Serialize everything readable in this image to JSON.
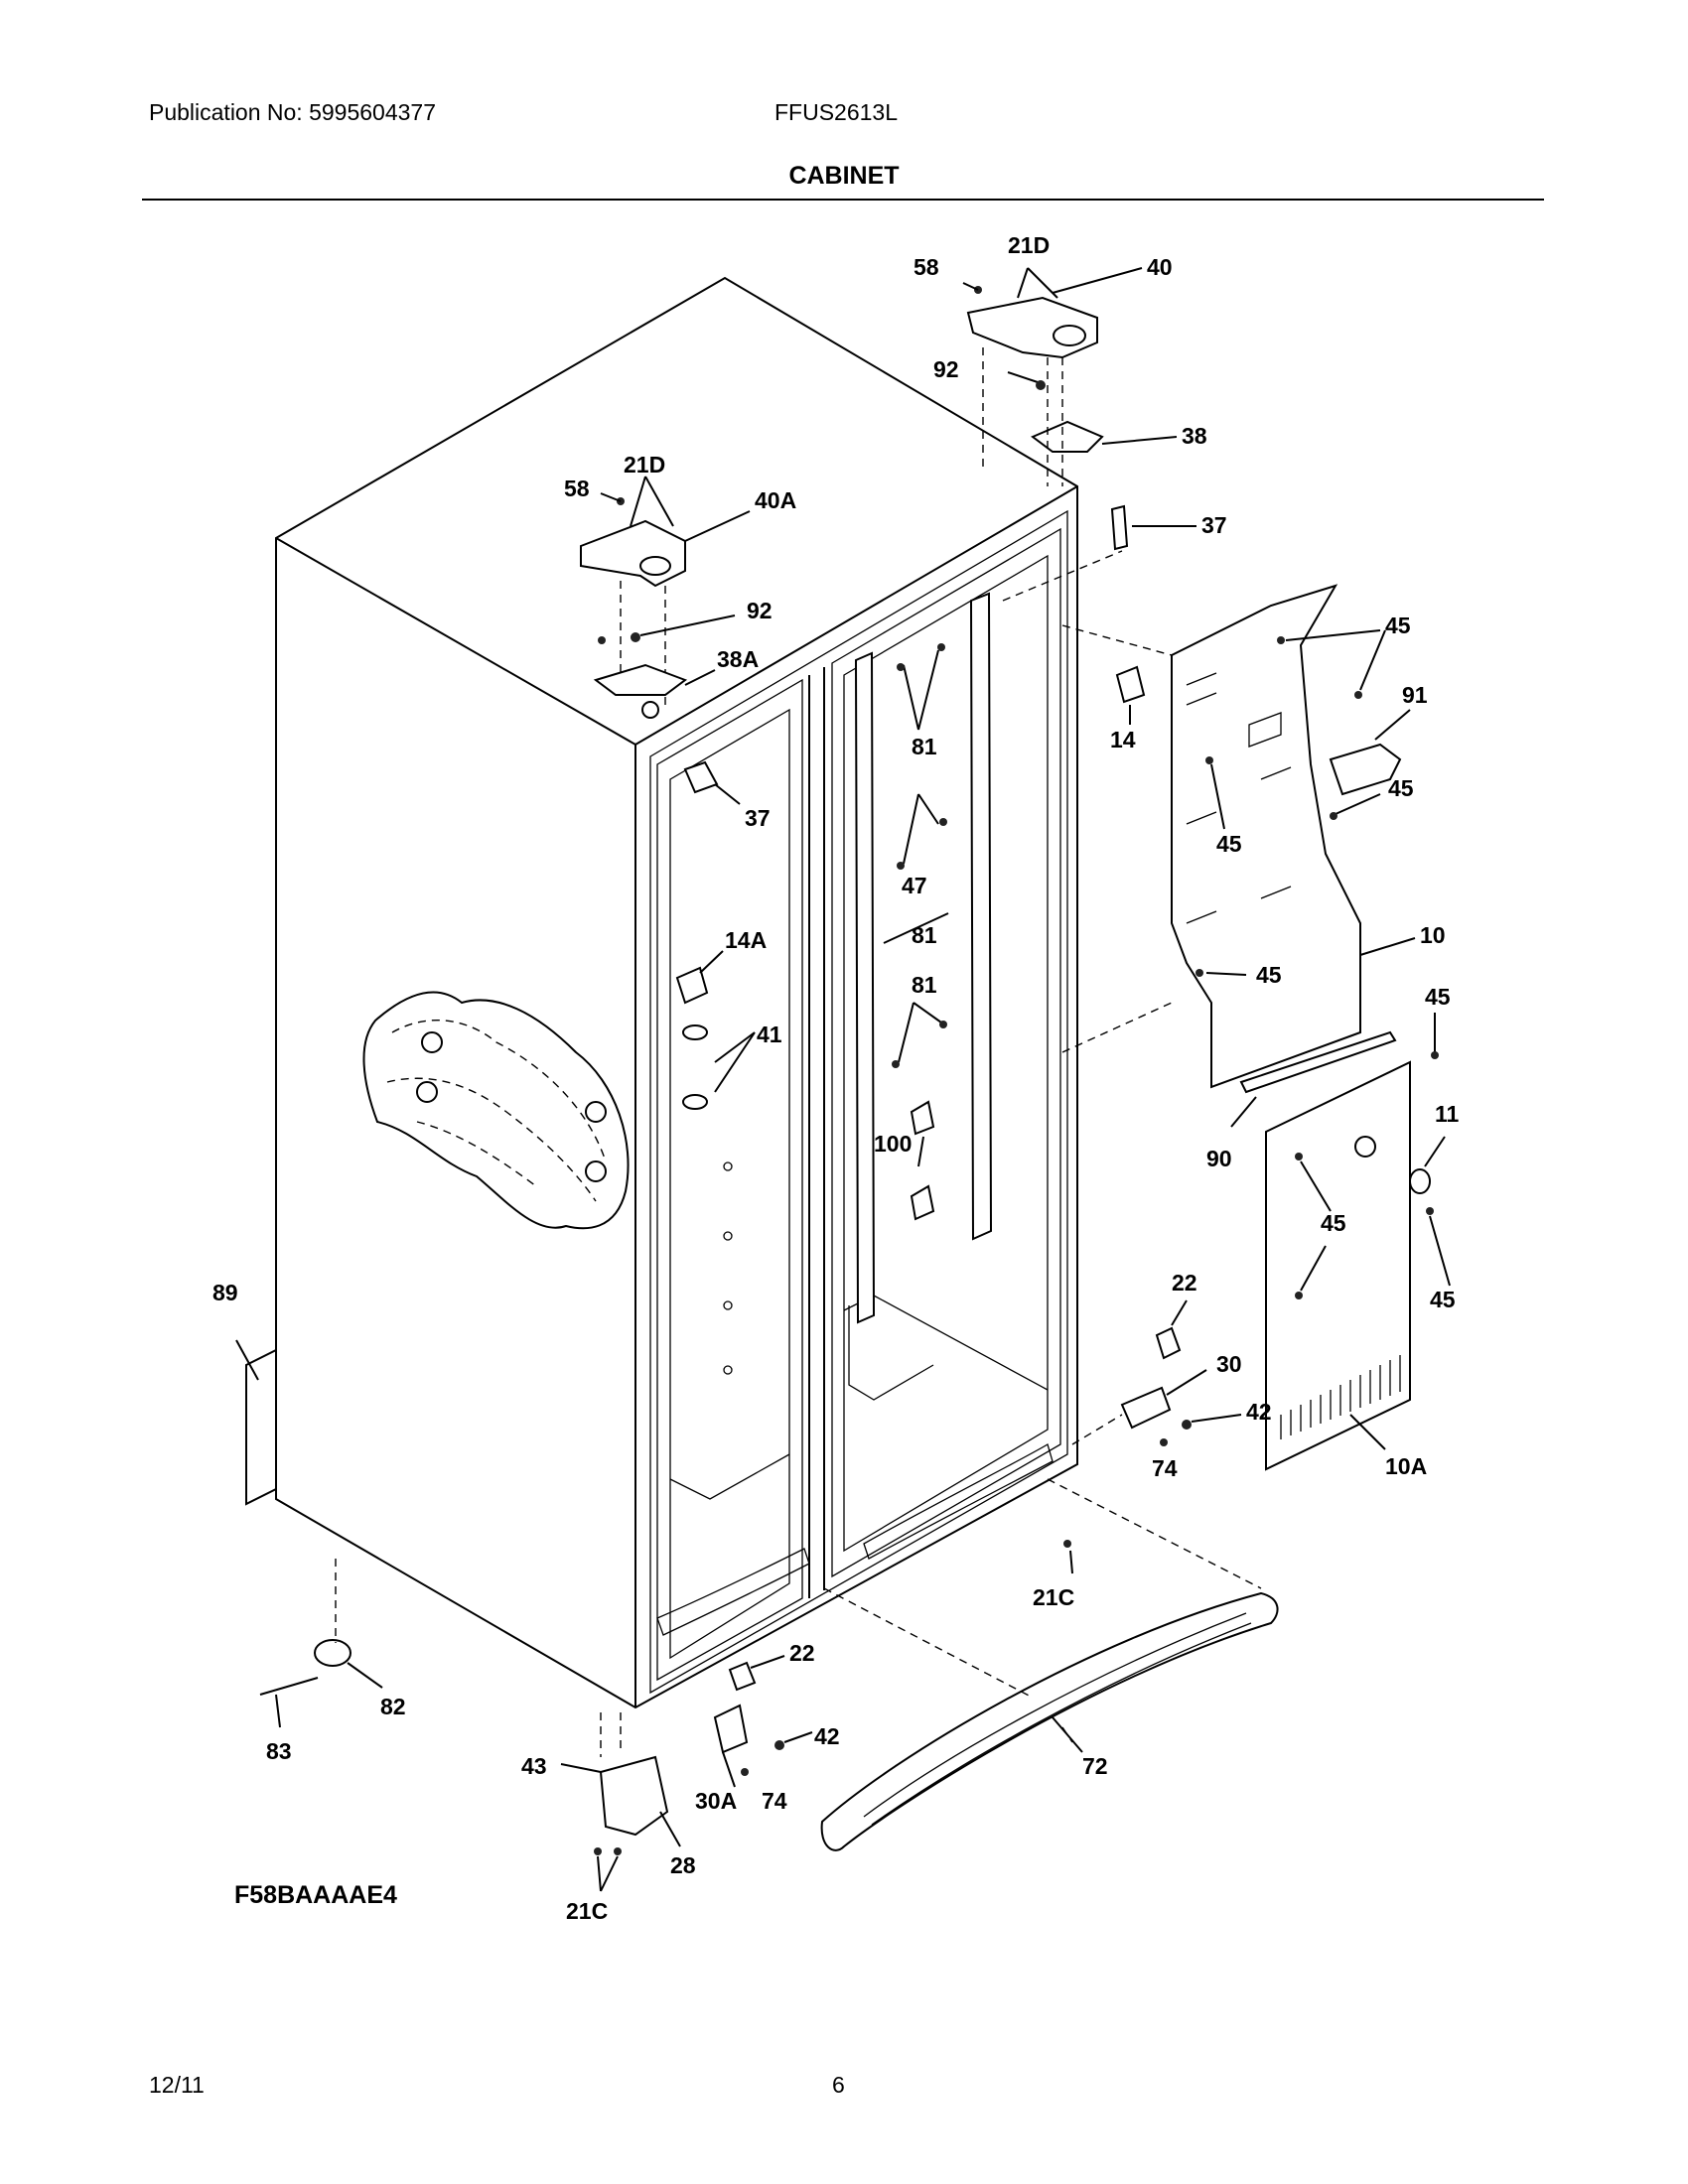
{
  "header": {
    "publication": "Publication No: 5995604377",
    "model": "FFUS2613L"
  },
  "title": "CABINET",
  "diagram_code": "F58BAAAAE4",
  "footer": {
    "date": "12/11",
    "page_number": "6"
  },
  "callouts": [
    "58",
    "21D",
    "40",
    "92",
    "38",
    "37",
    "58",
    "21D",
    "40A",
    "92",
    "38A",
    "45",
    "91",
    "14",
    "81",
    "37",
    "45",
    "45",
    "81",
    "47",
    "14A",
    "10",
    "45",
    "41",
    "81",
    "45",
    "11",
    "100",
    "90",
    "45",
    "45",
    "89",
    "22",
    "30",
    "10A",
    "42",
    "74",
    "21C",
    "22",
    "82",
    "42",
    "83",
    "43",
    "72",
    "30A",
    "74",
    "28",
    "21C"
  ]
}
